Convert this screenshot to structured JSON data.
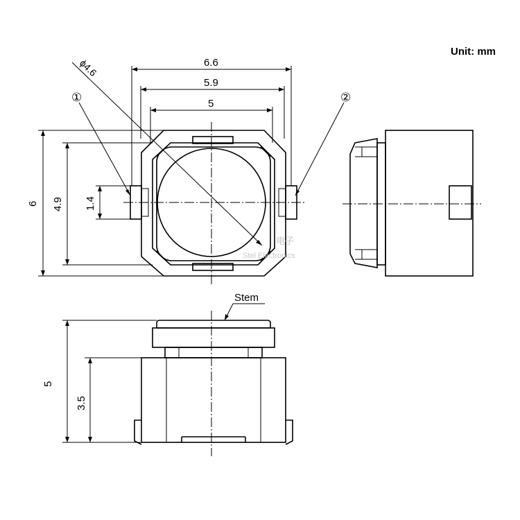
{
  "unit_label": "Unit: mm",
  "dimensions": {
    "width_outer": "6.6",
    "width_mid": "5.9",
    "width_inner": "5",
    "diameter": "ϕ4.6",
    "height_outer": "6",
    "height_inner": "4.9",
    "terminal_width": "1.4",
    "total_height": "5",
    "body_height": "3.5"
  },
  "callouts": {
    "terminal_1": "①",
    "terminal_2": "②",
    "stem": "Stem"
  },
  "watermark": {
    "line1": "电子",
    "line2": "Stel Electronics"
  },
  "colors": {
    "line": "#000000",
    "watermark": "#c8c8c8"
  }
}
